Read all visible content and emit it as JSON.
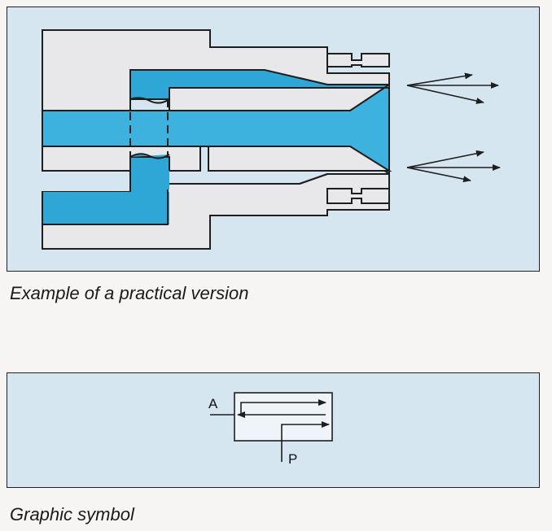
{
  "captions": {
    "practical": "Example of a practical version",
    "symbol": "Graphic symbol"
  },
  "symbol_ports": {
    "a": "A",
    "p": "P"
  },
  "colors": {
    "panel_background": "#d6e6f1",
    "flow_blue": "#2fa7d6",
    "body_gray": "#e8e8ea",
    "outline": "#1e1e1e"
  }
}
